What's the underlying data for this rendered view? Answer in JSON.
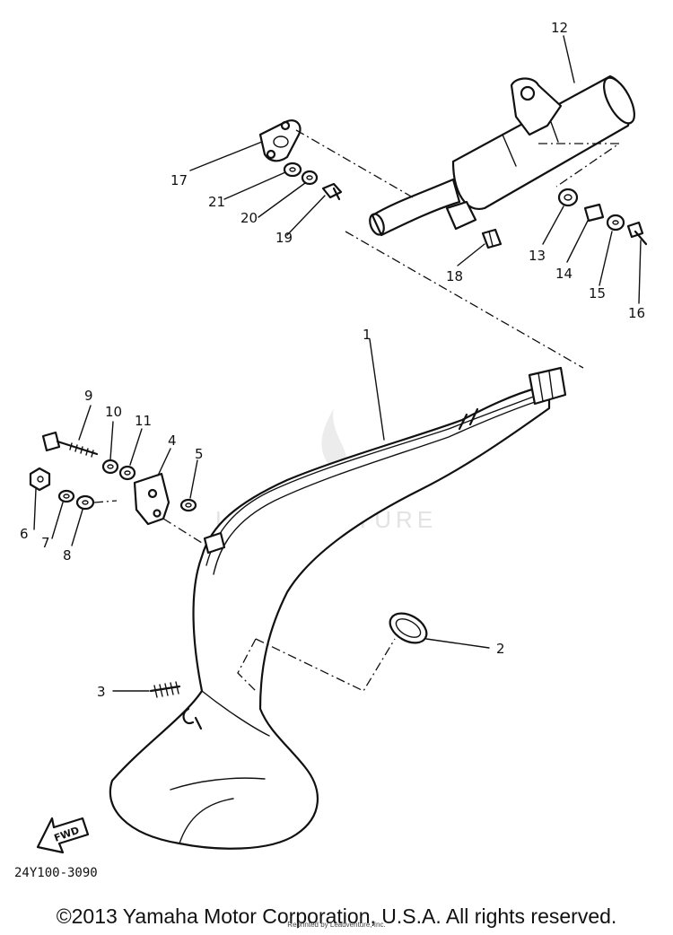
{
  "diagram": {
    "part_code": "24Y100-3090",
    "copyright": "©2013 Yamaha Motor Corporation, U.S.A. All rights reserved.",
    "reprint_note": "Reprinted by Leadventure, Inc.",
    "watermark": "LEADVENTURE",
    "direction_label": "FWD",
    "callouts": [
      "1",
      "2",
      "3",
      "4",
      "5",
      "6",
      "7",
      "8",
      "9",
      "10",
      "11",
      "12",
      "13",
      "14",
      "15",
      "16",
      "17",
      "18",
      "19",
      "20",
      "21"
    ]
  }
}
